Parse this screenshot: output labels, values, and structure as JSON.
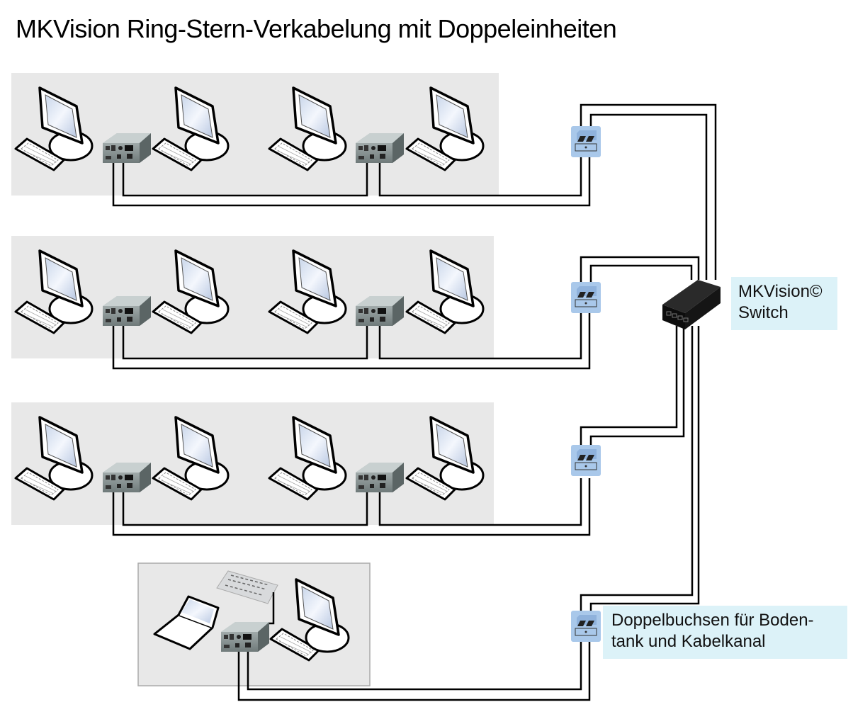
{
  "title": "MKVision Ring-Stern-Verkabelung mit Doppeleinheiten",
  "labels": {
    "switch": [
      "MKVision©",
      "Switch"
    ],
    "outlets": [
      "Doppelbuchsen für Boden-",
      "tank und Kabelkanal"
    ]
  },
  "colors": {
    "panel_bg": "#e8e8e8",
    "cable": "#000000",
    "label_bg": "#dcf2f8",
    "outlet_blue": "#a9c8ea",
    "switch_body": "#0d0d0d",
    "kvm_body": "#8a9494"
  },
  "rows": [
    {
      "id": "row-1",
      "workstations": 4,
      "kvm_units": 2,
      "outlet": "double-outlet-1"
    },
    {
      "id": "row-2",
      "workstations": 4,
      "kvm_units": 2,
      "outlet": "double-outlet-2"
    },
    {
      "id": "row-3",
      "workstations": 4,
      "kvm_units": 2,
      "outlet": "double-outlet-3"
    },
    {
      "id": "row-4",
      "devices": [
        "laptop",
        "keypad",
        "kvm-unit",
        "keyboard",
        "monitor"
      ],
      "outlet": "double-outlet-4"
    }
  ],
  "icons": {
    "monitor": "monitor-icon",
    "keyboard": "keyboard-icon",
    "kvm": "kvm-extender-icon",
    "outlet": "network-double-outlet-icon",
    "switch": "network-switch-icon",
    "laptop": "laptop-icon",
    "keypad": "control-keypad-icon"
  }
}
